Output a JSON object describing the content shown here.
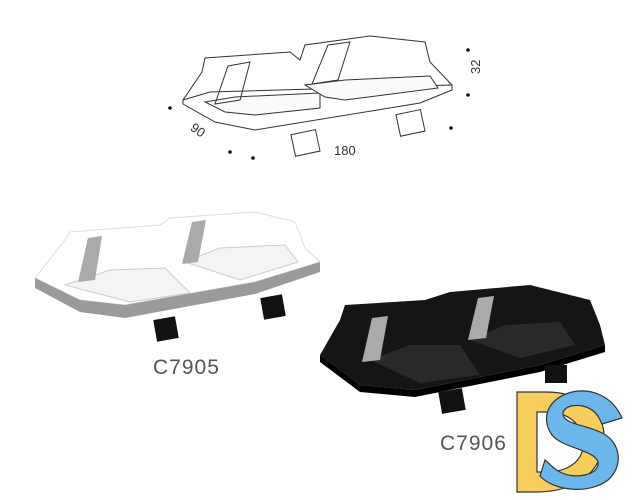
{
  "dimensions": {
    "width": "90",
    "length": "180",
    "height": "32"
  },
  "products": [
    {
      "code": "C7905",
      "finish_color": "#f2f2f2"
    },
    {
      "code": "C7906",
      "finish_color": "#111111"
    }
  ],
  "logo": {
    "text": "DS",
    "colors": {
      "d": "#f7cd5e",
      "s": "#6bb6ea"
    }
  }
}
